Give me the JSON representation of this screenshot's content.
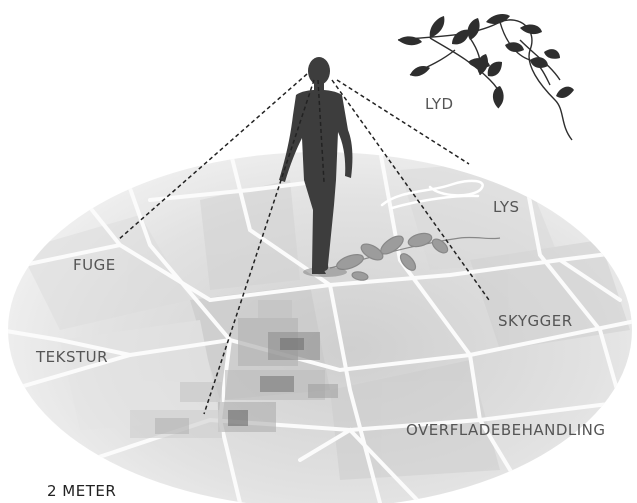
{
  "labels": {
    "lyd": "LYD",
    "lys": "LYS",
    "fuge": "FUGE",
    "skygger": "SKYGGER",
    "tekstur": "TEKSTUR",
    "overfladebehandling": "OVERFLADEBEHANDLING",
    "scale": "2 METER"
  },
  "icons": {
    "person": "person-silhouette-icon",
    "leaves": "hanging-leaves-icon",
    "shadow": "leaf-shadow-icon",
    "light": "light-reflection-icon"
  },
  "colors": {
    "ground_light": "#f2f2f2",
    "ground_mid": "#d6d6d6",
    "joint": "#fbfbfb",
    "figure": "#3d3d3d",
    "leaf": "#2e2e2e",
    "label": "#555555",
    "dash": "#222222"
  }
}
